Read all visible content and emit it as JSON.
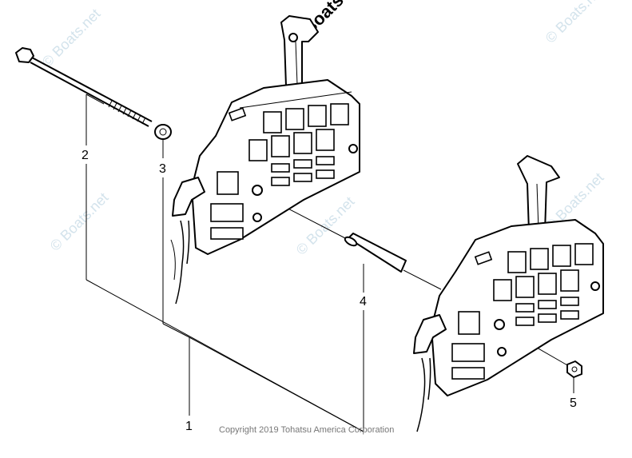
{
  "watermark": "© Boats.net",
  "watermark_top": "Boats",
  "copyright": "Copyright 2019 Tohatsu America Corporation",
  "callouts": [
    "1",
    "2",
    "3",
    "4",
    "5"
  ]
}
